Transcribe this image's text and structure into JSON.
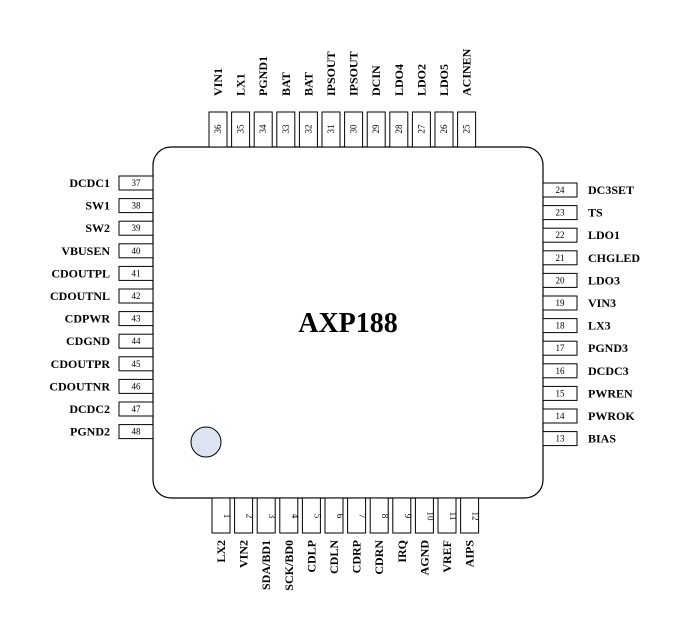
{
  "chip": {
    "name": "AXP188",
    "body_fill": "#ffffff",
    "marker_fill": "#dde3f0"
  },
  "pins": {
    "top": [
      {
        "num": "36",
        "name": "VIN1"
      },
      {
        "num": "35",
        "name": "LX1"
      },
      {
        "num": "34",
        "name": "PGND1"
      },
      {
        "num": "33",
        "name": "BAT"
      },
      {
        "num": "32",
        "name": "BAT"
      },
      {
        "num": "31",
        "name": "IPSOUT"
      },
      {
        "num": "30",
        "name": "IPSOUT"
      },
      {
        "num": "29",
        "name": "DCIN"
      },
      {
        "num": "28",
        "name": "LDO4"
      },
      {
        "num": "27",
        "name": "LDO2"
      },
      {
        "num": "26",
        "name": "LDO5"
      },
      {
        "num": "25",
        "name": "ACINEN"
      }
    ],
    "left": [
      {
        "num": "37",
        "name": "DCDC1"
      },
      {
        "num": "38",
        "name": "SW1"
      },
      {
        "num": "39",
        "name": "SW2"
      },
      {
        "num": "40",
        "name": "VBUSEN"
      },
      {
        "num": "41",
        "name": "CDOUTPL"
      },
      {
        "num": "42",
        "name": "CDOUTNL"
      },
      {
        "num": "43",
        "name": "CDPWR"
      },
      {
        "num": "44",
        "name": "CDGND"
      },
      {
        "num": "45",
        "name": "CDOUTPR"
      },
      {
        "num": "46",
        "name": "CDOUTNR"
      },
      {
        "num": "47",
        "name": "DCDC2"
      },
      {
        "num": "48",
        "name": "PGND2"
      }
    ],
    "right": [
      {
        "num": "24",
        "name": "DC3SET"
      },
      {
        "num": "23",
        "name": "TS"
      },
      {
        "num": "22",
        "name": "LDO1"
      },
      {
        "num": "21",
        "name": "CHGLED"
      },
      {
        "num": "20",
        "name": "LDO3"
      },
      {
        "num": "19",
        "name": "VIN3"
      },
      {
        "num": "18",
        "name": "LX3"
      },
      {
        "num": "17",
        "name": "PGND3"
      },
      {
        "num": "16",
        "name": "DCDC3"
      },
      {
        "num": "15",
        "name": "PWREN"
      },
      {
        "num": "14",
        "name": "PWROK"
      },
      {
        "num": "13",
        "name": "BIAS"
      }
    ],
    "bottom": [
      {
        "num": "1",
        "name": "LX2"
      },
      {
        "num": "2",
        "name": "VIN2"
      },
      {
        "num": "3",
        "name": "SDA/BD1"
      },
      {
        "num": "4",
        "name": "SCK/BD0"
      },
      {
        "num": "5",
        "name": "CDLP"
      },
      {
        "num": "6",
        "name": "CDLN"
      },
      {
        "num": "7",
        "name": "CDRP"
      },
      {
        "num": "8",
        "name": "CDRN"
      },
      {
        "num": "9",
        "name": "IRQ"
      },
      {
        "num": "10",
        "name": "AGND"
      },
      {
        "num": "11",
        "name": "VREF"
      },
      {
        "num": "12",
        "name": "AIPS"
      }
    ]
  }
}
